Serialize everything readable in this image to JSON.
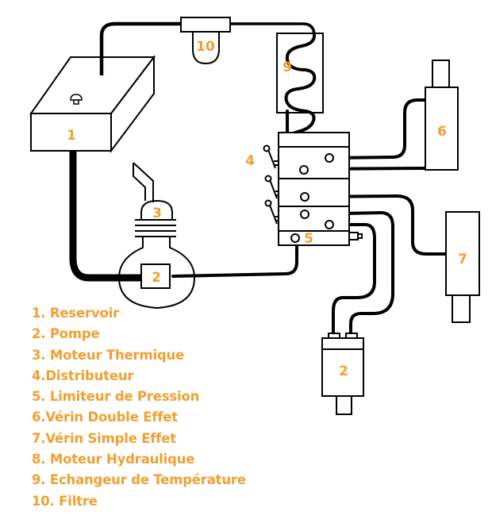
{
  "diagram": {
    "title": "Circuit hydraulique",
    "accent_color": "#f0a030",
    "line_color": "#000000",
    "component_labels": {
      "reservoir": "1",
      "pump": "2",
      "motor_thermal": "3",
      "distributor": "4",
      "pressure_limiter": "5",
      "double_acting_cylinder": "6",
      "single_acting_cylinder": "7",
      "hydraulic_motor": "2",
      "heat_exchanger": "9",
      "filter": "10"
    }
  },
  "legend": {
    "items": [
      "1. Reservoir",
      "2. Pompe",
      "3. Moteur Thermique",
      "4.Distributeur",
      "5. Limiteur de Pression",
      "6.Vérin Double Effet",
      "7.Vérin Simple Effet",
      "8. Moteur Hydraulique",
      "9. Echangeur de Température",
      "10. Filtre"
    ]
  }
}
